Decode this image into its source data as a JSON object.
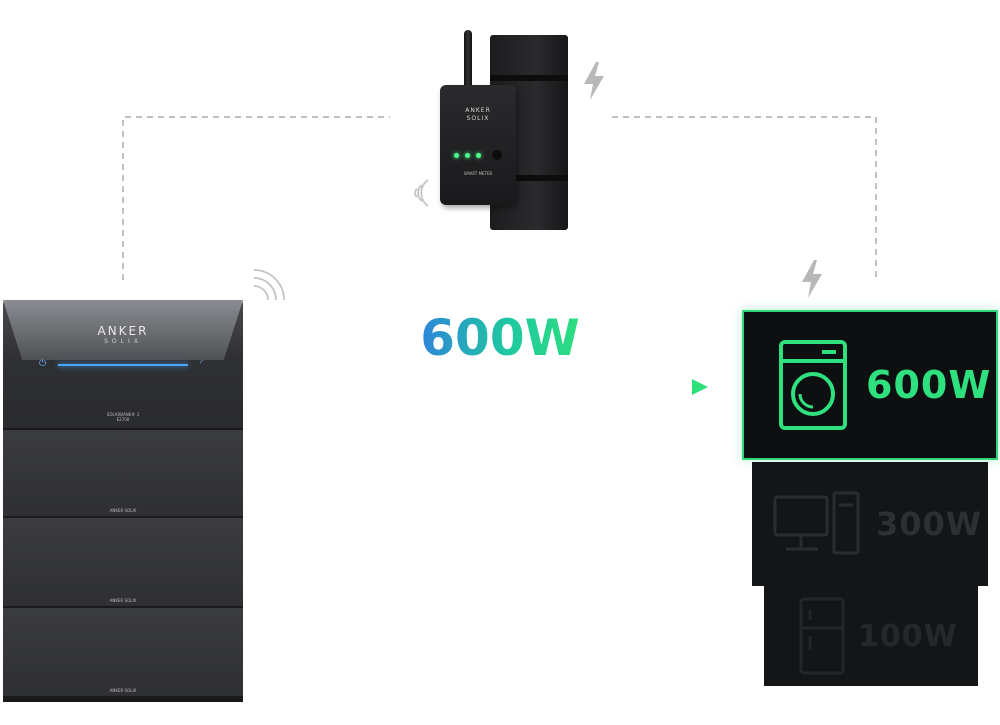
{
  "meter": {
    "brand": "ANKER",
    "brand_sub": "SOLIX",
    "caption": "SMART METER"
  },
  "battery": {
    "brand": "ANKER",
    "brand_sub": "SOLIX",
    "model_label": "SOLARBANK® 3 E2700",
    "module_label": "ANKER SOLIX"
  },
  "flow": {
    "power": "600W",
    "gradient": [
      "#2f7de0",
      "#2ee07a"
    ]
  },
  "appliances": [
    {
      "icon": "washing-machine-icon",
      "power": "600W",
      "active": true
    },
    {
      "icon": "desktop-computer-icon",
      "power": "300W",
      "active": false
    },
    {
      "icon": "refrigerator-icon",
      "power": "100W",
      "active": false
    }
  ],
  "colors": {
    "active_accent": "#2fd67a",
    "card_background": "#0d0f10",
    "wire": "#9a9a9a"
  }
}
